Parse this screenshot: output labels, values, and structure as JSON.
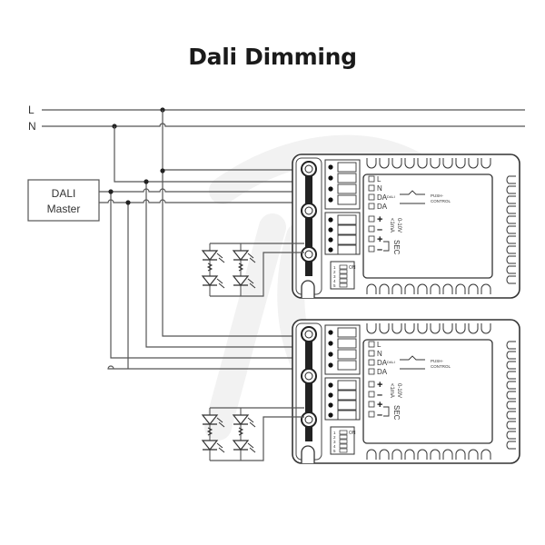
{
  "title": "Dali Dimming",
  "mains": {
    "line_label": "L",
    "neutral_label": "N"
  },
  "master": {
    "line1": "DALI",
    "line2": "Master"
  },
  "drivers": [
    {
      "name": "driver-1",
      "terminals": [
        "L",
        "N",
        "DA",
        "DA"
      ],
      "output_terminals": [
        "+",
        "–",
        "+",
        "–"
      ],
      "push_label": "PUSH-",
      "control_label": "CONTROL",
      "dali_tag": "DALI",
      "voltage_label": "0-10V",
      "current_label": "<1mA",
      "sec_label": "SEC",
      "dip_numbers": [
        "1",
        "2",
        "3",
        "4",
        "5"
      ],
      "dip_on_label": "ON"
    },
    {
      "name": "driver-2",
      "terminals": [
        "L",
        "N",
        "DA",
        "DA"
      ],
      "output_terminals": [
        "+",
        "–",
        "+",
        "–"
      ],
      "push_label": "PUSH-",
      "control_label": "CONTROL",
      "dali_tag": "DALI",
      "voltage_label": "0-10V",
      "current_label": "<1mA",
      "sec_label": "SEC",
      "dip_numbers": [
        "1",
        "2",
        "3",
        "4",
        "5"
      ],
      "dip_on_label": "ON"
    }
  ],
  "colors": {
    "wire": "#555555",
    "ink": "#333333",
    "watermark": "#f1f1f1"
  }
}
